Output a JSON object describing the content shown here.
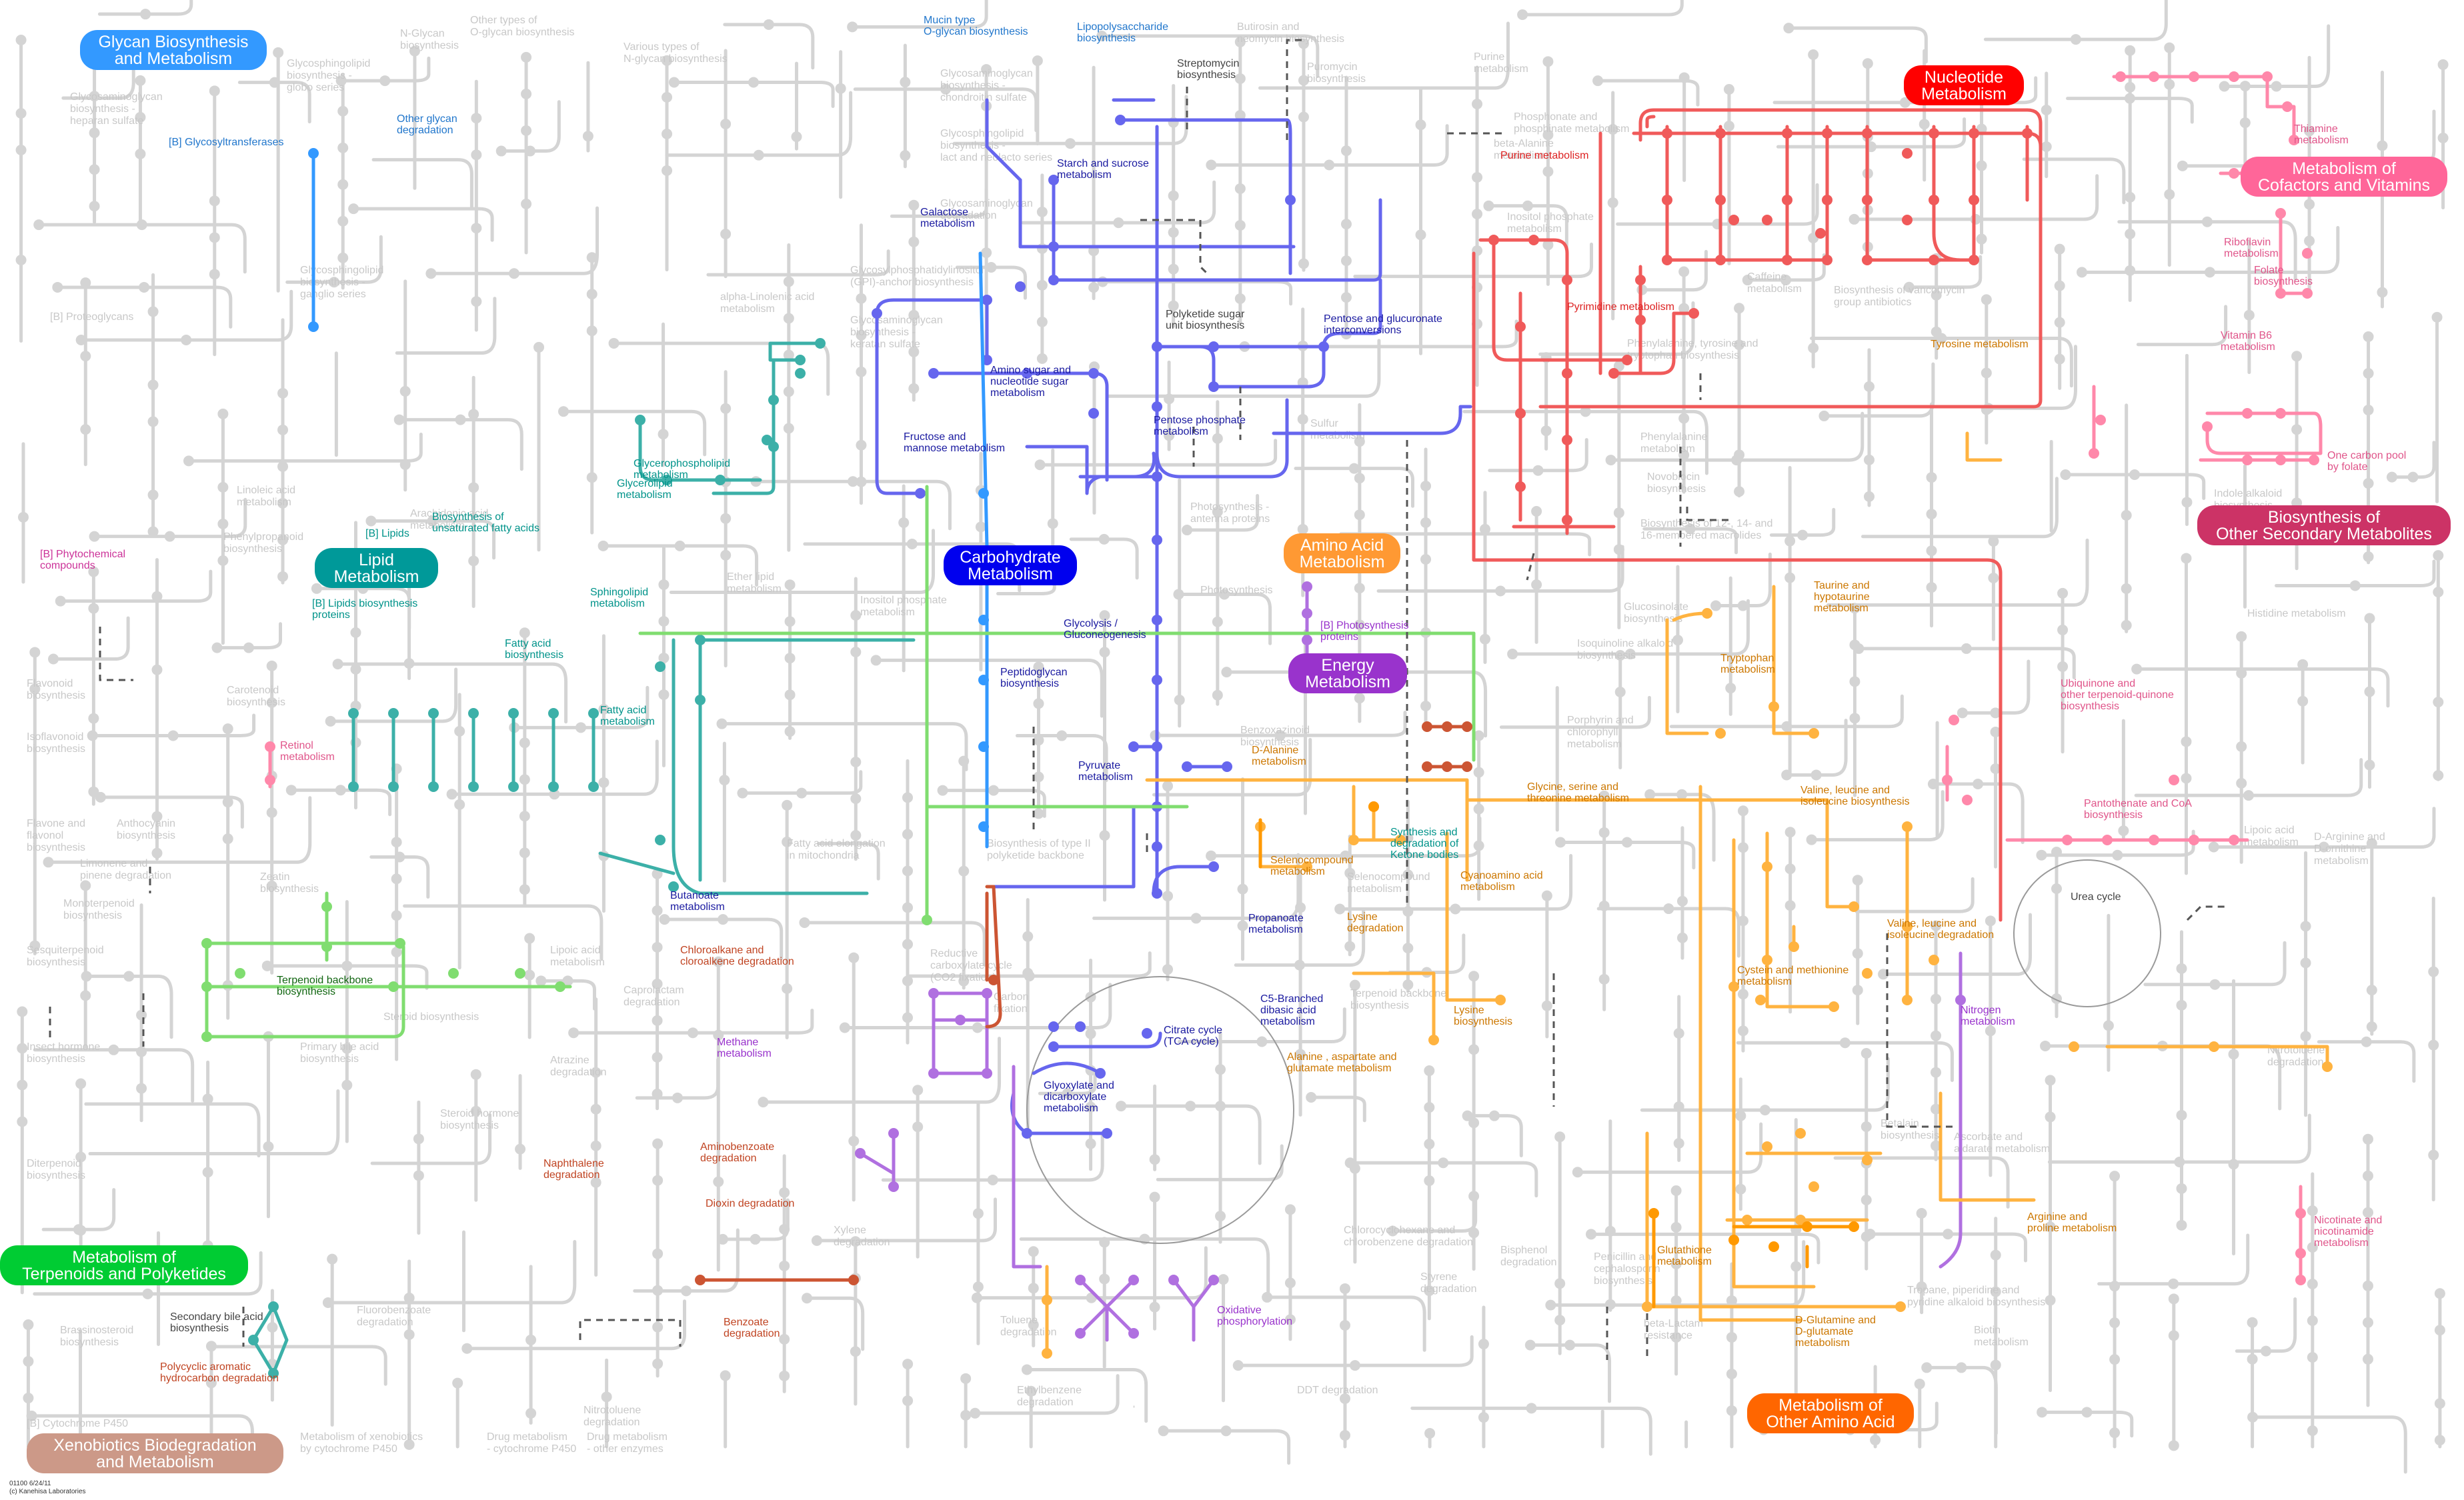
{
  "categories": [
    {
      "id": "glycan",
      "label": [
        "Glycan Biosynthesis",
        "and Metabolism"
      ],
      "color": "#3399ff"
    },
    {
      "id": "nucleotide",
      "label": [
        "Nucleotide",
        "Metabolism"
      ],
      "color": "#ff0000"
    },
    {
      "id": "cofactors",
      "label": [
        "Metabolism of",
        "Cofactors and Vitamins"
      ],
      "color": "#ff6699"
    },
    {
      "id": "lipid",
      "label": [
        "Lipid",
        "Metabolism"
      ],
      "color": "#009999"
    },
    {
      "id": "carbohydrate",
      "label": [
        "Carbohydrate",
        "Metabolism"
      ],
      "color": "#0000ee"
    },
    {
      "id": "aminoacid",
      "label": [
        "Amino Acid",
        "Metabolism"
      ],
      "color": "#ff9933"
    },
    {
      "id": "secondary",
      "label": [
        "Biosynthesis of",
        "Other Secondary Metabolites"
      ],
      "color": "#cc3366"
    },
    {
      "id": "energy",
      "label": [
        "Energy",
        "Metabolism"
      ],
      "color": "#9933cc"
    },
    {
      "id": "terpenoids",
      "label": [
        "Metabolism of",
        "Terpenoids and Polyketides"
      ],
      "color": "#00cc33"
    },
    {
      "id": "otheraa",
      "label": [
        "Metabolism of",
        "Other Amino Acid"
      ],
      "color": "#ff6600"
    },
    {
      "id": "xenobiotics",
      "label": [
        "Xenobiotics Biodegradation",
        "and Metabolism"
      ],
      "color": "#cc9988"
    }
  ],
  "colors": {
    "glycan": "#3399ff",
    "nucleotide": "#f05a5a",
    "cofactors": "#ff88aa",
    "lipid": "#3cb0a8",
    "carbohydrate": "#6666ee",
    "aminoacid": "#ffb340",
    "secondary": "#d0509a",
    "energy": "#b070e0",
    "terpenoids": "#80dd70",
    "otheraa": "#ff9900",
    "xenobiotics": "#cc5533",
    "grey": "#d4d4d4"
  },
  "pathway_labels": [
    {
      "cat": "glycan",
      "lines": [
        "Mucin type",
        "O-glycan biosynthesis"
      ]
    },
    {
      "cat": "glycan",
      "lines": [
        "Lipopolysaccharide",
        "biosynthesis"
      ]
    },
    {
      "cat": "glycan",
      "lines": [
        "[B] Glycosyltransferases"
      ]
    },
    {
      "cat": "glycan",
      "lines": [
        "Other glycan",
        "degradation"
      ]
    },
    {
      "cat": "carbohydrate",
      "lines": [
        "Starch and sucrose",
        "metabolism"
      ]
    },
    {
      "cat": "carbohydrate",
      "lines": [
        "Galactose",
        "metabolism"
      ]
    },
    {
      "cat": "carbohydrate",
      "lines": [
        "Amino sugar and",
        "nucleotide sugar",
        "metabolism"
      ]
    },
    {
      "cat": "carbohydrate",
      "lines": [
        "Fructose and",
        "mannose metabolism"
      ]
    },
    {
      "cat": "carbohydrate",
      "lines": [
        "Pentose phosphate",
        "metabolism"
      ]
    },
    {
      "cat": "carbohydrate",
      "lines": [
        "Pentose and glucuronate",
        "interconversions"
      ]
    },
    {
      "cat": "carbohydrate",
      "lines": [
        "Glycolysis /",
        "Gluconeogenesis"
      ]
    },
    {
      "cat": "carbohydrate",
      "lines": [
        "Peptidoglycan",
        "biosynthesis"
      ]
    },
    {
      "cat": "carbohydrate",
      "lines": [
        "Pyruvate",
        "metabolism"
      ]
    },
    {
      "cat": "carbohydrate",
      "lines": [
        "Butanoate",
        "metabolism"
      ]
    },
    {
      "cat": "carbohydrate",
      "lines": [
        "Propanoate",
        "metabolism"
      ]
    },
    {
      "cat": "carbohydrate",
      "lines": [
        "C5-Branched",
        "dibasic acid",
        "metabolism"
      ]
    },
    {
      "cat": "carbohydrate",
      "lines": [
        "Citrate cycle",
        "(TCA cycle)"
      ]
    },
    {
      "cat": "carbohydrate",
      "lines": [
        "Glyoxylate and",
        "dicarboxylate",
        "metabolism"
      ]
    },
    {
      "cat": "nucleotide",
      "lines": [
        "Purine metabolism"
      ]
    },
    {
      "cat": "nucleotide",
      "lines": [
        "Pyrimidine metabolism"
      ]
    },
    {
      "cat": "cofactors",
      "lines": [
        "Thiamine",
        "metabolism"
      ]
    },
    {
      "cat": "cofactors",
      "lines": [
        "Riboflavin",
        "metabolism"
      ]
    },
    {
      "cat": "cofactors",
      "lines": [
        "Folate",
        "biosynthesis"
      ]
    },
    {
      "cat": "cofactors",
      "lines": [
        "Vitamin B6",
        "metabolism"
      ]
    },
    {
      "cat": "cofactors",
      "lines": [
        "One carbon pool",
        "by folate"
      ]
    },
    {
      "cat": "cofactors",
      "lines": [
        "Ubiquinone and",
        "other terpenoid-quinone",
        "biosynthesis"
      ]
    },
    {
      "cat": "cofactors",
      "lines": [
        "Pantothenate and CoA",
        "biosynthesis"
      ]
    },
    {
      "cat": "cofactors",
      "lines": [
        "Retinol",
        "metabolism"
      ]
    },
    {
      "cat": "cofactors",
      "lines": [
        "Nicotinate and",
        "nicotinamide",
        "metabolism"
      ]
    },
    {
      "cat": "secondary",
      "lines": [
        "[B] Phytochemical",
        "compounds"
      ]
    },
    {
      "cat": "lipid",
      "lines": [
        "Glycerophospholipid",
        "metabolism"
      ]
    },
    {
      "cat": "lipid",
      "lines": [
        "Glycerolipid",
        "metabolism"
      ]
    },
    {
      "cat": "lipid",
      "lines": [
        "Biosynthesis of",
        "unsaturated fatty acids"
      ]
    },
    {
      "cat": "lipid",
      "lines": [
        "[B] Lipids"
      ]
    },
    {
      "cat": "lipid",
      "lines": [
        "[B] Lipids biosynthesis",
        "proteins"
      ]
    },
    {
      "cat": "lipid",
      "lines": [
        "Sphingolipid",
        "metabolism"
      ]
    },
    {
      "cat": "lipid",
      "lines": [
        "Fatty acid",
        "biosynthesis"
      ]
    },
    {
      "cat": "lipid",
      "lines": [
        "Fatty acid",
        "metabolism"
      ]
    },
    {
      "cat": "lipid",
      "lines": [
        "Synthesis and",
        "degradation of",
        "Ketone bodies"
      ]
    },
    {
      "cat": "energy",
      "lines": [
        "[B] Photosynthesis",
        "proteins"
      ]
    },
    {
      "cat": "energy",
      "lines": [
        "Methane",
        "metabolism"
      ]
    },
    {
      "cat": "energy",
      "lines": [
        "Oxidative",
        "phosphorylation"
      ]
    },
    {
      "cat": "aminoacid",
      "lines": [
        "Tyrosine metabolism"
      ]
    },
    {
      "cat": "aminoacid",
      "lines": [
        "Taurine and",
        "hypotaurine",
        "metabolism"
      ]
    },
    {
      "cat": "aminoacid",
      "lines": [
        "Tryptophan",
        "metabolism"
      ]
    },
    {
      "cat": "aminoacid",
      "lines": [
        "D-Alanine",
        "metabolism"
      ]
    },
    {
      "cat": "aminoacid",
      "lines": [
        "Glycine, serine and",
        "threonine metabolism"
      ]
    },
    {
      "cat": "aminoacid",
      "lines": [
        "Valine, leucine and",
        "isoleucine biosynthesis"
      ]
    },
    {
      "cat": "aminoacid",
      "lines": [
        "Selenocompound",
        "metabolism"
      ]
    },
    {
      "cat": "aminoacid",
      "lines": [
        "Cyanoamino acid",
        "metabolism"
      ]
    },
    {
      "cat": "aminoacid",
      "lines": [
        "Lysine",
        "degradation"
      ]
    },
    {
      "cat": "aminoacid",
      "lines": [
        "Valine, leucine and",
        "isoleucine degradation"
      ]
    },
    {
      "cat": "aminoacid",
      "lines": [
        "Cystein and methionine",
        "metabolism"
      ]
    },
    {
      "cat": "aminoacid",
      "lines": [
        "Lysine",
        "biosynthesis"
      ]
    },
    {
      "cat": "aminoacid",
      "lines": [
        "Alanine , aspartate and",
        "glutamate metabolism"
      ]
    },
    {
      "cat": "aminoacid",
      "lines": [
        "Arginine and",
        "proline metabolism"
      ]
    },
    {
      "cat": "aminoacid",
      "lines": [
        "Glutathione",
        "metabolism"
      ]
    },
    {
      "cat": "aminoacid",
      "lines": [
        "D-Glutamine and",
        "D-glutamate",
        "metabolism"
      ]
    },
    {
      "cat": "energy",
      "lines": [
        "Nitrogen",
        "metabolism"
      ]
    },
    {
      "cat": "terpenoids",
      "lines": [
        "Terpenoid backbone",
        "biosynthesis"
      ]
    },
    {
      "cat": "xenobiotics",
      "lines": [
        "Chloroalkane and",
        "cloroalkene degradation"
      ]
    },
    {
      "cat": "xenobiotics",
      "lines": [
        "Naphthalene",
        "degradation"
      ]
    },
    {
      "cat": "xenobiotics",
      "lines": [
        "Aminobenzoate",
        "degradation"
      ]
    },
    {
      "cat": "xenobiotics",
      "lines": [
        "Dioxin degradation"
      ]
    },
    {
      "cat": "xenobiotics",
      "lines": [
        "Benzoate",
        "degradation"
      ]
    },
    {
      "cat": "xenobiotics",
      "lines": [
        "Polycyclic aromatic",
        "hydrocarbon degradation"
      ]
    },
    {
      "cat": "plain",
      "lines": [
        "Streptomycin",
        "biosynthesis"
      ]
    },
    {
      "cat": "plain",
      "lines": [
        "Polyketide sugar",
        "unit biosynthesis"
      ]
    },
    {
      "cat": "plain",
      "lines": [
        "Urea cycle"
      ]
    },
    {
      "cat": "plain",
      "lines": [
        "Secondary bile acid",
        "biosynthesis"
      ]
    }
  ],
  "faded_labels": [
    [
      "N-Glycan",
      "biosynthesis"
    ],
    [
      "Other types of",
      "O-glycan biosynthesis"
    ],
    [
      "Various types of",
      "N-glycan biosynthesis"
    ],
    [
      "Glycosphingolipid",
      "biosynthesis -",
      "globo series"
    ],
    [
      "Glycosaminoglycan",
      "biosynthesis -",
      "chondroitin sulfate"
    ],
    [
      "Glycosaminoglycan",
      "biosynthesis -",
      "heparan sulfate"
    ],
    [
      "Glycosphingolipid",
      "biosynthesis -",
      "lact and neolacto series"
    ],
    [
      "Glycosaminoglycan",
      "degradation"
    ],
    [
      "alpha-Linolenic acid",
      "metabolism"
    ],
    [
      "Glycosylphosphatidylinositol",
      "(GPI)-anchor biosynthesis"
    ],
    [
      "Glycosphingolipid",
      "biosynthesis -",
      "ganglio series"
    ],
    [
      "Glycosaminoglycan",
      "biosynthesis -",
      "keratan sulfate"
    ],
    [
      "[B] Proteoglycans"
    ],
    [
      "Arachidonic acid",
      "metabolism"
    ],
    [
      "Linoleic acid",
      "metabolism"
    ],
    [
      "Phenylpropanoid",
      "biosynthesis"
    ],
    [
      "Ether lipid",
      "metabolism"
    ],
    [
      "Inositol phosphate",
      "metabolism"
    ],
    [
      "Photosynthesis -",
      "antenna proteins"
    ],
    [
      "Photosynthesis"
    ],
    [
      "Flavonoid",
      "biosynthesis"
    ],
    [
      "Carotenoid",
      "biosynthesis"
    ],
    [
      "Isoflavonoid",
      "biosynthesis"
    ],
    [
      "Flavone and",
      "flavonol",
      "biosynthesis"
    ],
    [
      "Anthocyanin",
      "biosynthesis"
    ],
    [
      "Limonene and",
      "pinene degradation"
    ],
    [
      "Zeatin",
      "biosynthesis"
    ],
    [
      "Monoterpenoid",
      "biosynthesis"
    ],
    [
      "Sesquiterpenoid",
      "biosynthesis"
    ],
    [
      "Insect hormone",
      "biosynthesis"
    ],
    [
      "Diterpenoid",
      "biosynthesis"
    ],
    [
      "Brassinosteroid",
      "biosynthesis"
    ],
    [
      "[B] Cytochrome P450"
    ],
    [
      "Steroid biosynthesis"
    ],
    [
      "Primary bile acid",
      "biosynthesis"
    ],
    [
      "Atrazine",
      "degradation"
    ],
    [
      "Steroid hormone",
      "biosynthesis"
    ],
    [
      "Caprolactam",
      "degradation"
    ],
    [
      "Fatty acid elongation",
      "in mitochondria"
    ],
    [
      "Biosynthesis of type II",
      "polyketide backbone"
    ],
    [
      "Lipoic acid",
      "metabolism"
    ],
    [
      "Reductive",
      "carboxylate cycle",
      "(CO2 fixation)"
    ],
    [
      "Carbon",
      "fixation"
    ],
    [
      "Xylene",
      "degradation"
    ],
    [
      "Fluorobenzoate",
      "degradation"
    ],
    [
      "Toluene",
      "degradation"
    ],
    [
      "Ethylbenzene",
      "degradation"
    ],
    [
      "Nitrotoluene",
      "degradation"
    ],
    [
      "Metabolism of xenobiotics",
      "by cytochrome P450"
    ],
    [
      "Drug metabolism",
      "- cytochrome P450"
    ],
    [
      "Drug metabolism",
      "- other enzymes"
    ],
    [
      "DDT degradation"
    ],
    [
      "Chlorocyclohexane and",
      "chlorobenzene degradation"
    ],
    [
      "Styrene",
      "degradation"
    ],
    [
      "Bisphenol",
      "degradation"
    ],
    [
      "Penicillin and",
      "cephalosporin",
      "biosynthesis"
    ],
    [
      "beta-Lactam",
      "resistance"
    ],
    [
      "Tropane, piperidine and",
      "pyridine alkaloid biosynthesis"
    ],
    [
      "Biotin",
      "metabolism"
    ],
    [
      "Purine",
      "metabolism"
    ],
    [
      "beta-Alanine",
      "metabolism"
    ],
    [
      "Caffeine",
      "metabolism"
    ],
    [
      "Biosynthesis of vancomycin",
      "group antibiotics"
    ],
    [
      "Phenylalanine, tyrosine and",
      "tryptophan biosynthesis"
    ],
    [
      "Phenylalanine",
      "metabolism"
    ],
    [
      "Novobiocin",
      "biosynthesis"
    ],
    [
      "Biosynthesis of 12-, 14- and",
      "16-membered macrolides"
    ],
    [
      "Sulfur",
      "metabolism"
    ],
    [
      "Glucosinolate",
      "biosynthesis"
    ],
    [
      "Isoquinoline alkaloid",
      "biosynthesis"
    ],
    [
      "Indole alkaloid",
      "biosynthesis"
    ],
    [
      "Histidine metabolism"
    ],
    [
      "Porphyrin and",
      "chlorophyll",
      "metabolism"
    ],
    [
      "Lipoic acid",
      "metabolism"
    ],
    [
      "D-Arginine and",
      "D-ornithine",
      "metabolism"
    ],
    [
      "Nitrotoluene",
      "degradation"
    ],
    [
      "Ascorbate and",
      "aldarate metabolism"
    ],
    [
      "Butirosin and",
      "neomycin biosynthesis"
    ],
    [
      "Puromycin",
      "biosynthesis"
    ],
    [
      "Phosphonate and",
      "phosphinate metabolism"
    ],
    [
      "Inositol phosphate",
      "metabolism"
    ],
    [
      "Selenocompound",
      "metabolism"
    ],
    [
      "Terpenoid backbone",
      "biosynthesis"
    ],
    [
      "Betalain",
      "biosynthesis"
    ],
    [
      "Benzoxazinoid",
      "biosynthesis"
    ]
  ],
  "footer": [
    "01100 6/24/11",
    "(c) Kanehisa Laboratories"
  ]
}
